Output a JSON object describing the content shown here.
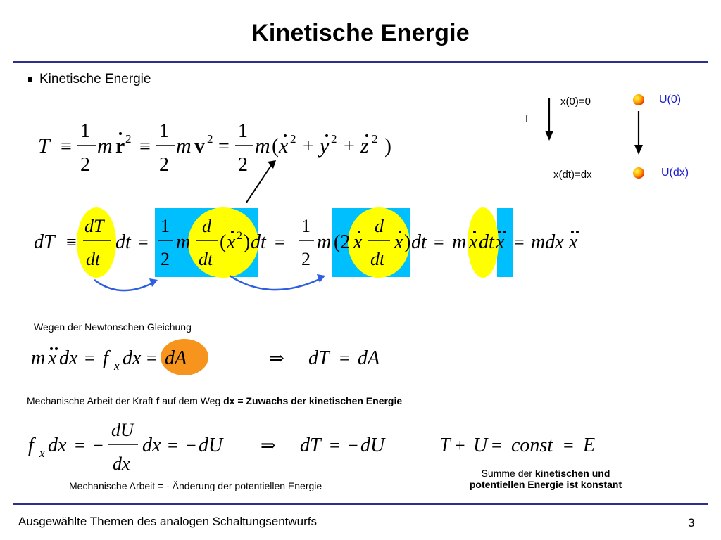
{
  "slide": {
    "title": "Kinetische Energie",
    "bullet": "Kinetische Energie",
    "footer": "Ausgewählte Themen des analogen Schaltungsentwurfs",
    "page_number": "3"
  },
  "diagram": {
    "x0": "x(0)=0",
    "xdt": "x(dt)=dx",
    "force": "f",
    "u0": "U(0)",
    "udx": "U(dx)"
  },
  "notes": {
    "newton": "Wegen der Newtonschen Gleichung",
    "work_prefix": "Mechanische Arbeit der Kraft ",
    "work_f": "f",
    "work_mid": " auf dem Weg ",
    "work_bold": "dx = Zuwachs der kinetischen Energie",
    "potential": "Mechanische Arbeit = - Änderung der potentiellen Energie",
    "sum_prefix": "Summe der ",
    "sum_bold1": "kinetischen und",
    "sum_bold2": "potentiellen Energie ist konstant"
  },
  "colors": {
    "accent_rule": "#2e2e8c",
    "highlight_yellow": "#ffff00",
    "highlight_cyan": "#00bfff",
    "highlight_orange": "#f7941d",
    "arrow_blue": "#2f5fe0",
    "label_blue": "#1a1acd"
  }
}
